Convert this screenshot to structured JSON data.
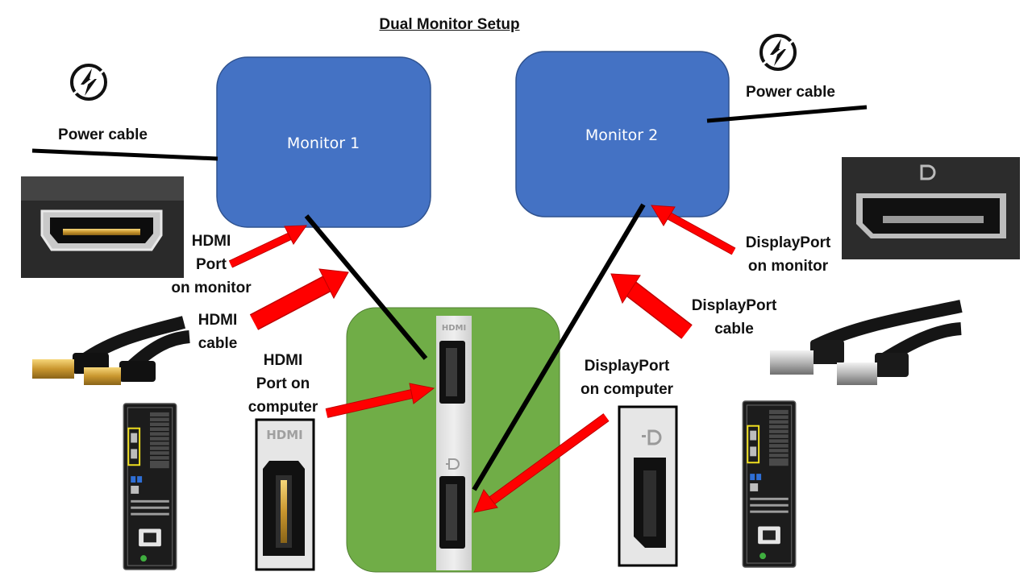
{
  "title": "Dual Monitor Setup",
  "colors": {
    "monitor_fill": "#4472c4",
    "monitor_stroke": "#2f528f",
    "computer_panel": "#70ad47",
    "arrow": "#ff0000",
    "cable": "#000000"
  },
  "monitors": [
    {
      "label": "Monitor 1"
    },
    {
      "label": "Monitor 2"
    }
  ],
  "labels": {
    "power_cable_left": "Power cable",
    "power_cable_right": "Power cable",
    "hdmi_port_monitor": [
      "HDMI",
      "Port",
      "on monitor"
    ],
    "hdmi_cable": [
      "HDMI",
      "cable"
    ],
    "hdmi_port_computer": [
      "HDMI",
      "Port on",
      "computer"
    ],
    "displayport_monitor": [
      "DisplayPort",
      "on monitor"
    ],
    "displayport_cable": [
      "DisplayPort",
      "cable"
    ],
    "displayport_computer": [
      "DisplayPort",
      "on computer"
    ]
  },
  "port_marks": {
    "hdmi": "HDMI"
  },
  "icons": [
    "power-bolt-icon",
    "hdmi-port-photo",
    "hdmi-cable-photo",
    "displayport-port-photo",
    "displayport-cable-photo",
    "computer-tower-icon"
  ]
}
